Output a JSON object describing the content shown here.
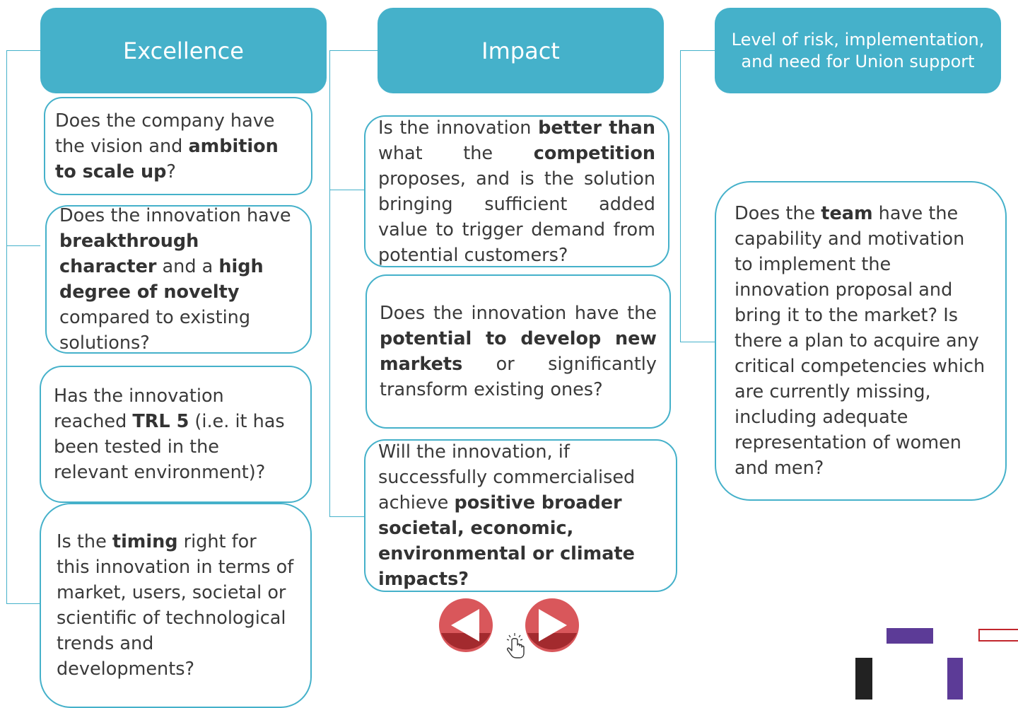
{
  "columns": [
    {
      "title": "Excellence",
      "cards": [
        {
          "parts": [
            [
              "Does the company have the vision and ",
              false
            ],
            [
              "ambition to scale up",
              true
            ],
            [
              "?",
              false
            ]
          ]
        },
        {
          "parts": [
            [
              "Does the innovation have ",
              false
            ],
            [
              "breakthrough character",
              true
            ],
            [
              " and a ",
              false
            ],
            [
              "high degree of novelty",
              true
            ],
            [
              " compared to existing solutions?",
              false
            ]
          ]
        },
        {
          "parts": [
            [
              "Has the innovation reached ",
              false
            ],
            [
              "TRL 5",
              true
            ],
            [
              " (i.e. it has been tested in the relevant environment)?",
              false
            ]
          ]
        },
        {
          "parts": [
            [
              "Is the ",
              false
            ],
            [
              "timing",
              true
            ],
            [
              " right for this innovation in terms of market, users, societal or scientific of technological trends and developments?",
              false
            ]
          ]
        }
      ]
    },
    {
      "title": "Impact",
      "cards": [
        {
          "parts": [
            [
              "Is the innovation ",
              false
            ],
            [
              "better than",
              true
            ],
            [
              " what the ",
              false
            ],
            [
              "competition",
              true
            ],
            [
              " proposes, and is the solution bringing sufficient added value to trigger demand from potential customers?",
              false
            ]
          ]
        },
        {
          "parts": [
            [
              "Does the innovation have the ",
              false
            ],
            [
              "potential to develop new markets",
              true
            ],
            [
              " or significantly transform existing ones?",
              false
            ]
          ]
        },
        {
          "parts": [
            [
              "Will the innovation, if successfully commercialised achieve ",
              false
            ],
            [
              "positive broader societal, economic, environmental  or climate impacts?",
              true
            ]
          ]
        }
      ]
    },
    {
      "title": "Level of risk, implementation, and need for Union support",
      "cards": [
        {
          "parts": [
            [
              "Does the ",
              false
            ],
            [
              "team",
              true
            ],
            [
              " have the capability and motivation to implement the innovation proposal and bring it to the market? Is there a plan to acquire any critical competencies which are currently missing, including adequate representation of women and men?",
              false
            ]
          ]
        }
      ]
    }
  ],
  "navigation": {
    "prev_icon": "arrow-left-icon",
    "next_icon": "arrow-right-icon",
    "cursor_icon": "hand-pointer-icon"
  },
  "colors": {
    "accent": "#45b1ca",
    "nav_red": "#c9373c",
    "nav_dark": "#9b2226",
    "logo_purple": "#5c3b97",
    "logo_black": "#222222",
    "logo_red": "#c1272d"
  }
}
